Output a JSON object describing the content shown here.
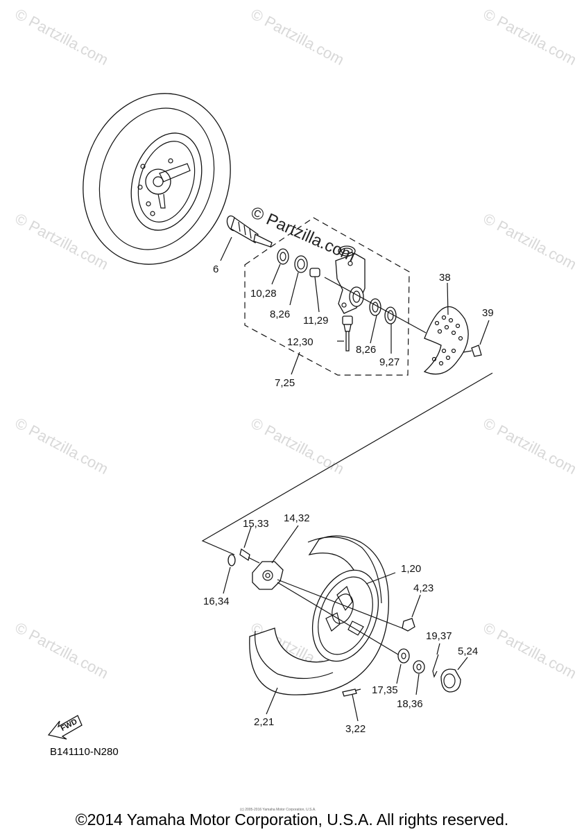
{
  "watermark": {
    "text": "© Partzilla.com"
  },
  "stamp": {
    "text": "© Partzilla.com"
  },
  "labels": {
    "p6": "6",
    "p10_28": "10,28",
    "p8_26a": "8,26",
    "p11_29": "11,29",
    "p12_30": "12,30",
    "p7_25": "7,25",
    "p8_26b": "8,26",
    "p9_27": "9,27",
    "p38": "38",
    "p39": "39",
    "p15_33": "15,33",
    "p14_32": "14,32",
    "p1_20": "1,20",
    "p4_23": "4,23",
    "p16_34": "16,34",
    "p19_37": "19,37",
    "p5_24": "5,24",
    "p17_35": "17,35",
    "p18_36": "18,36",
    "p2_21": "2,21",
    "p3_22": "3,22"
  },
  "fwd_label": "FWD",
  "diagram_code": "B141110-N280",
  "small_print": "(c) 2005-2016 Yamaha Motor Corporation, U.S.A.",
  "copyright": "©2014 Yamaha Motor Corporation, U.S.A. All rights reserved."
}
